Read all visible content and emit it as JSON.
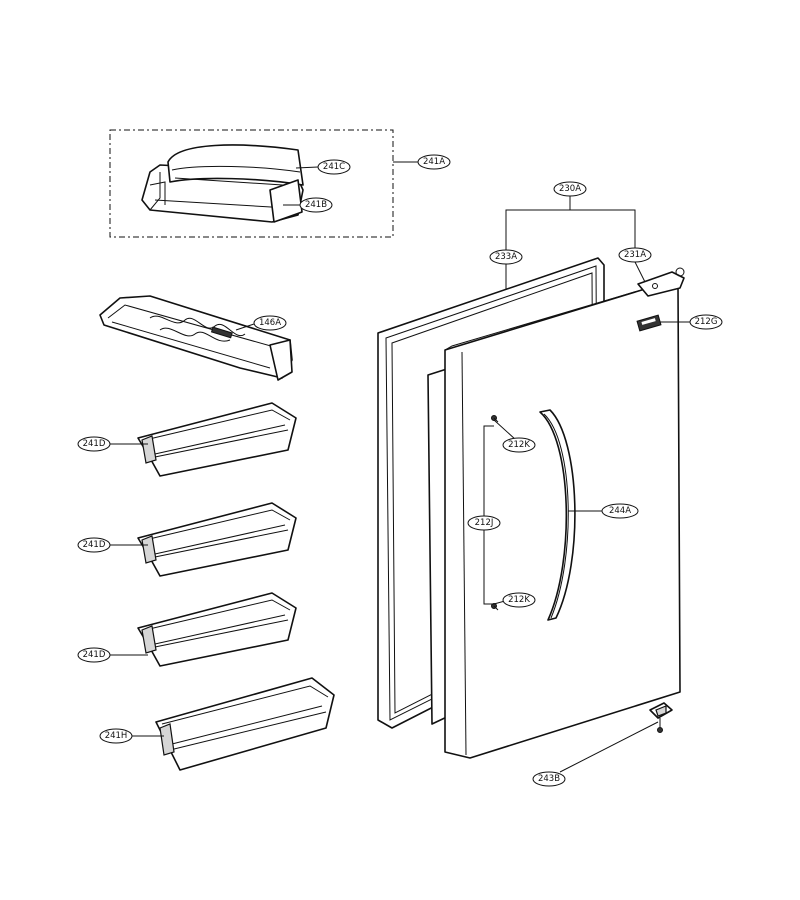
{
  "callouts": {
    "c_241A": "241A",
    "c_241C": "241C",
    "c_241B": "241B",
    "c_146A": "146A",
    "c_241D_1": "241D",
    "c_241D_2": "241D",
    "c_241D_3": "241D",
    "c_241H": "241H",
    "c_230A": "230A",
    "c_233A": "233A",
    "c_231A": "231A",
    "c_212G": "212G",
    "c_212K_1": "212K",
    "c_212K_2": "212K",
    "c_212J": "212J",
    "c_244A": "244A",
    "c_243B": "243B"
  }
}
